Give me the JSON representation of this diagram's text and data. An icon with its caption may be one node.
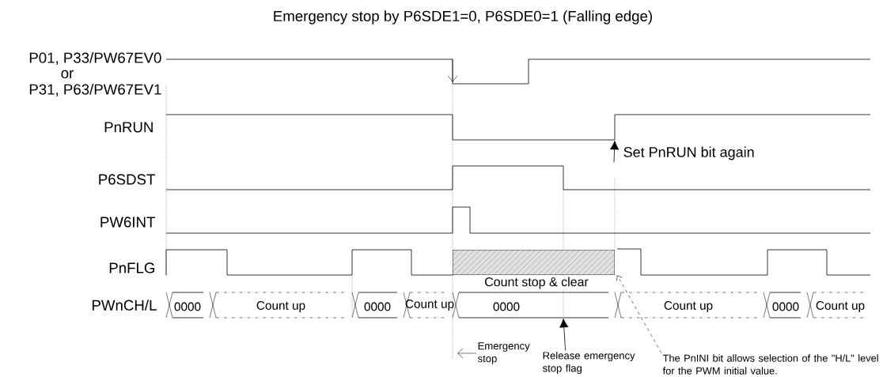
{
  "diagram": {
    "title": "Emergency stop by P6SDE1=0, P6SDE0=1 (Falling edge)",
    "nodes": [
      {
        "text": [
          "P01, P33/PW67EV0",
          "or",
          "P31, P63/PW67EV1"
        ]
      },
      {
        "text": [
          "PnRUN"
        ]
      },
      {
        "text": [
          "P6SDST"
        ]
      },
      {
        "text": [
          "PW6INT"
        ]
      },
      {
        "text": [
          "PnFLG"
        ]
      },
      {
        "text": [
          "PWnCH/L",
          "0000",
          "Count up",
          "0000",
          "Count up",
          "0000",
          "Count up",
          "0000",
          "Count up"
        ]
      },
      {
        "text": [
          "Set PnRUN bit again"
        ]
      },
      {
        "text": [
          "Emergency stop"
        ]
      },
      {
        "text": [
          "Release emergency stop flag"
        ]
      },
      {
        "text": [
          "The PnINI bit allows selection of the \"H/L\" level for the PWM initial value."
        ]
      }
    ],
    "edges": [
      {
        "from": 6,
        "to": 1,
        "arrow": "to"
      },
      {
        "from": 7,
        "to": null,
        "arrow": "to"
      },
      {
        "from": 8,
        "to": 5,
        "arrow": "to"
      },
      {
        "from": 9,
        "to": 4,
        "arrow": "to",
        "style": "dashed"
      }
    ],
    "labels": [
      "Count stop & clear"
    ]
  }
}
